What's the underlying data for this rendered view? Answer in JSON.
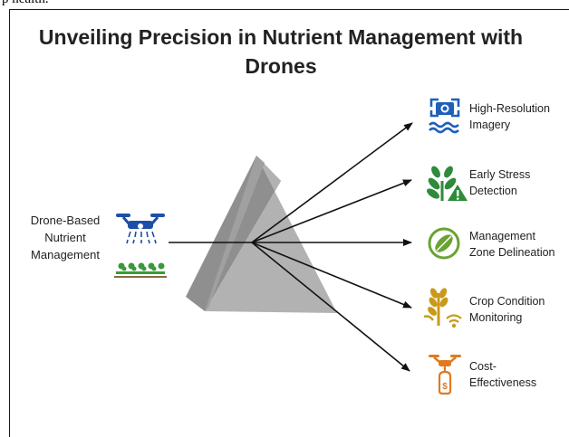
{
  "caption_fragment": "p health.",
  "title": {
    "line1": "Unveiling Precision in Nutrient Management with",
    "line2": "Drones"
  },
  "source": {
    "lines": [
      "Drone-Based",
      "Nutrient",
      "Management"
    ],
    "icon": "crop-spraying-drone-icon"
  },
  "outputs": [
    {
      "line1": "High-Resolution",
      "line2": "Imagery",
      "icon": "camera-scan-icon",
      "color": "#1e5fb8"
    },
    {
      "line1": "Early Stress",
      "line2": "Detection",
      "icon": "plant-warning-icon",
      "color": "#2e8b3a"
    },
    {
      "line1": "Management",
      "line2": "Zone Delineation",
      "icon": "zone-map-icon",
      "color": "#6aa332"
    },
    {
      "line1": "Crop Condition",
      "line2": "Monitoring",
      "icon": "crop-signal-icon",
      "color": "#c99a1a"
    },
    {
      "line1": "Cost-",
      "line2": "Effectiveness",
      "icon": "drone-money-icon",
      "color": "#e07a22"
    }
  ],
  "colors": {
    "prism_front": "#8f8f8f",
    "prism_side": "#b4b4b4",
    "drone": "#1e4fa8",
    "crops": "#3a9a3a"
  }
}
